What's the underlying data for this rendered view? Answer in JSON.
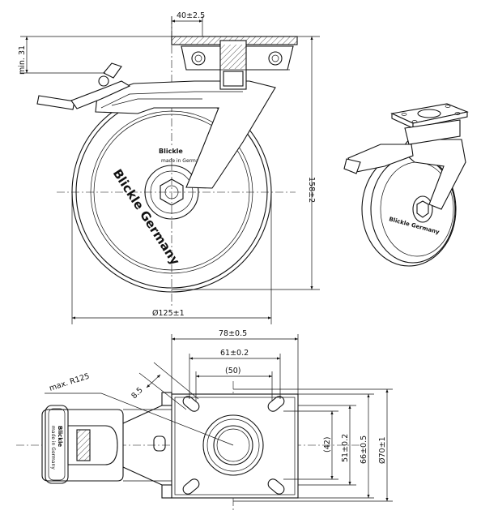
{
  "drawing": {
    "front_view": {
      "top_plate_width": "40±2.5",
      "min_height": "min. 31",
      "overall_height": "158±2",
      "wheel_diameter": "Ø125±1",
      "wheel_brand": "Blickle Germany",
      "hub_brand": "Blickle",
      "hub_text": "made in Germany"
    },
    "iso_view": {
      "wheel_brand": "Blickle Germany"
    },
    "top_view": {
      "plate_width": "78±0.5",
      "bolt_spacing": "61±0.2",
      "hole_spacing": "(50)",
      "slot_width": "8.5",
      "swivel_radius": "max. R125",
      "hole_spacing_v": "(42)",
      "bolt_spacing_v": "51±0.2",
      "plate_height": "66±0.5",
      "king_pin_diameter": "Ø70±1",
      "wheel_label": "Blickle",
      "wheel_label_sub": "made in Germany"
    }
  }
}
